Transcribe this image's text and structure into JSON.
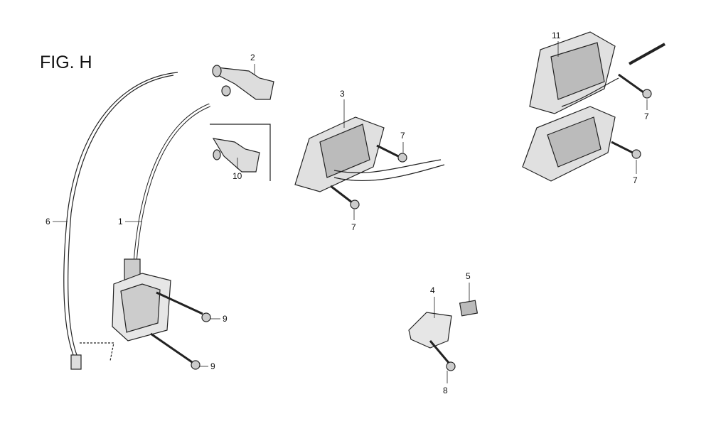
{
  "figure_title": "FIG. H",
  "callouts": [
    {
      "id": "c2",
      "text": "2"
    },
    {
      "id": "c11",
      "text": "11"
    },
    {
      "id": "c3",
      "text": "3"
    },
    {
      "id": "c7a",
      "text": "7"
    },
    {
      "id": "c10",
      "text": "10"
    },
    {
      "id": "c7b",
      "text": "7"
    },
    {
      "id": "c7c",
      "text": "7"
    },
    {
      "id": "c7d",
      "text": "7"
    },
    {
      "id": "c6",
      "text": "6"
    },
    {
      "id": "c1",
      "text": "1"
    },
    {
      "id": "c4",
      "text": "4"
    },
    {
      "id": "c5",
      "text": "5"
    },
    {
      "id": "c9a",
      "text": "9"
    },
    {
      "id": "c9b",
      "text": "9"
    },
    {
      "id": "c8",
      "text": "8"
    }
  ]
}
